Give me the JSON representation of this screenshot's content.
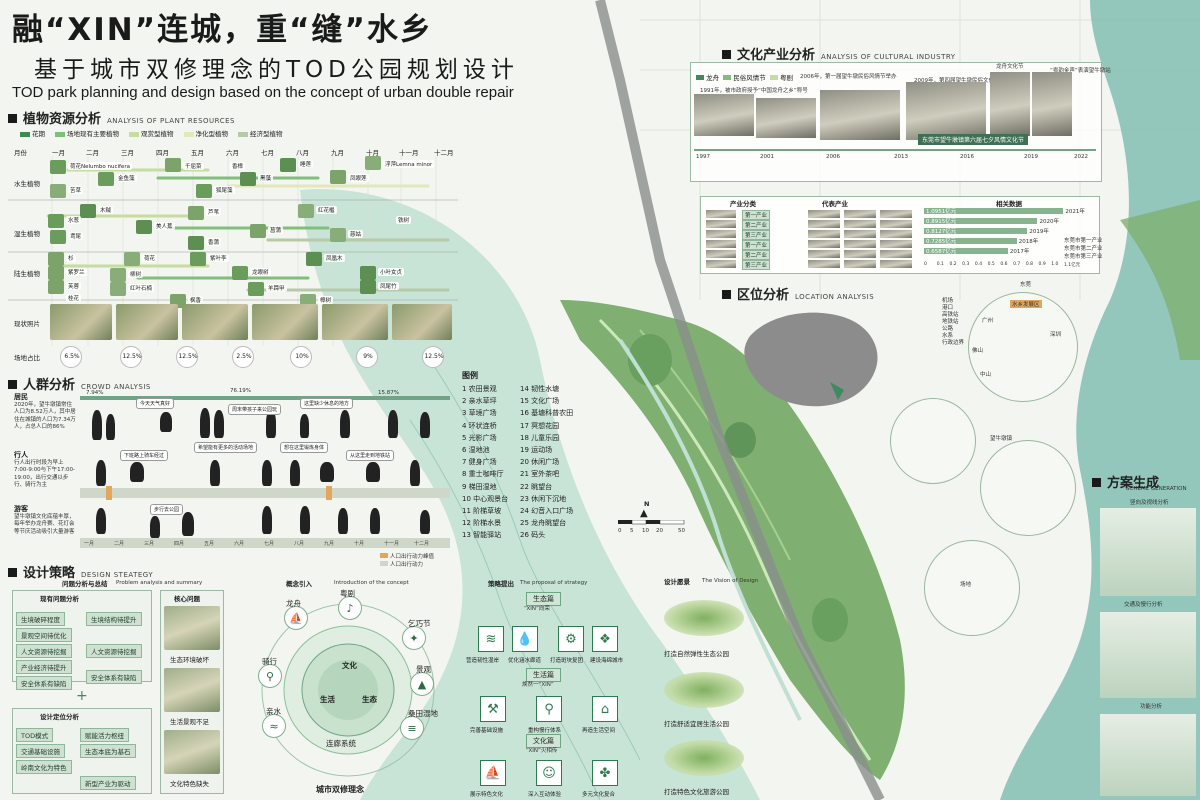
{
  "header": {
    "title": "融“XIN”连城，重“缝”水乡",
    "subtitle": "基于城市双修理念的TOD公园规划设计",
    "subtitle_en": "TOD park planning and design based on the concept of urban double repair"
  },
  "plant": {
    "title_cn": "植物资源分析",
    "title_en": "ANALYSIS OF PLANT RESOURCES",
    "legend": [
      {
        "label": "花期",
        "color": "#3d8a52"
      },
      {
        "label": "场地现有主要植物",
        "color": "#7fbf7a"
      },
      {
        "label": "观赏型植物",
        "color": "#c7dca0"
      },
      {
        "label": "净化型植物",
        "color": "#e3e8b8"
      },
      {
        "label": "经济型植物",
        "color": "#b6c9a8"
      }
    ],
    "month_header": "月份",
    "months": [
      "一月",
      "二月",
      "三月",
      "四月",
      "五月",
      "六月",
      "七月",
      "八月",
      "九月",
      "十月",
      "十一月",
      "十二月"
    ],
    "categories": [
      "水生植物",
      "湿生植物",
      "陆生植物",
      "现状照片",
      "场地占比"
    ],
    "tags": {
      "t1": "荷花Nelumbo nucifera",
      "t2": "千屈菜",
      "t3": "睡莲",
      "t4": "浮萍Lemna minor",
      "t5": "金鱼藻",
      "t6": "黑藻",
      "t7": "凤眼莲",
      "t8": "苦草",
      "t9": "狐尾藻",
      "t10": "木贼",
      "t11": "芦苇",
      "t12": "红花檵",
      "t13": "水葱",
      "t14": "美人蕉",
      "t15": "菖蒲",
      "t16": "慈姑",
      "t17": "鸢尾",
      "t18": "香蒲",
      "t19": "杉",
      "t20": "荷花",
      "t21": "紫叶李",
      "t22": "凤凰木",
      "t23": "紫罗兰",
      "t24": "柳树",
      "t25": "龙眼树",
      "t26": "小叶女贞",
      "t27": "芙蓉",
      "t28": "红叶石楠",
      "t29": "羊蹄甲",
      "t30": "凤尾竹",
      "t31": "枫香",
      "t32": "樟树",
      "t33": "桂花",
      "t34": "香樟",
      "t35": "铁树"
    },
    "ratios": [
      "6.5%",
      "12.5%",
      "12.5%",
      "2.5%",
      "10%",
      "9%",
      "12.5%"
    ]
  },
  "crowd": {
    "title_cn": "人群分析",
    "title_en": "CROWD ANALYSIS",
    "percents": [
      "7.94%",
      "76.19%",
      "15.87%"
    ],
    "groups": [
      {
        "name": "居民",
        "desc": "2020年，望牛墩镇常住人口为8.52万人，其中居住在城镇的人口为7.34万人，占总人口的86%"
      },
      {
        "name": "行人",
        "desc": "行人出行时段为早上7:00-9:00与下午17:00-19:00，出行交通以步行、骑行为主"
      },
      {
        "name": "游客",
        "desc": "望牛墩镇文化底蕴丰厚，每年举办龙舟赛、花灯会等节庆活动吸引大量游客"
      }
    ],
    "bubbles": [
      "今天天气真好",
      "周末带孩子来公园玩",
      "这里缺少休息的地方",
      "希望能有更多的活动场地",
      "想在这里锻炼身体",
      "下班路上骑车经过",
      "从这里走到地铁站",
      "步行去公园"
    ],
    "timeline_months": [
      "一月",
      "二月",
      "三月",
      "四月",
      "五月",
      "六月",
      "七月",
      "八月",
      "九月",
      "十月",
      "十一月",
      "十二月"
    ],
    "legend_a": "人口出行动力峰值",
    "legend_b": "人口出行动力"
  },
  "strategy": {
    "title_cn": "设计策略",
    "title_en": "DESIGN STEATEGY",
    "problem_title": "问题分析与总结",
    "problem_title_en": "Problem analysis and summary",
    "existing_title": "现有问题分析",
    "existing_items": [
      "生境破碎程度",
      "景观空间待优化",
      "人文资源待挖掘",
      "产业经济待提升",
      "安全休系有缺陷"
    ],
    "existing_right": [
      "生境结构待提升",
      "人文资源待挖掘",
      "安全体系有缺陷"
    ],
    "core_title": "核心问题",
    "core_items": [
      "生态环境破坏",
      "生活景观不足",
      "文化特色缺失"
    ],
    "position_title": "设计定位分析",
    "position_items": [
      "TOD模式",
      "生态本底为基石",
      "岭南文化为特色",
      "新型产业为驱动",
      "交通基础设施",
      "赋能活力枢纽"
    ],
    "concept_title": "概念引入",
    "concept_title_en": "Introduction of the concept",
    "concept_nodes": [
      "龙舟",
      "粤剧",
      "乞巧节",
      "景观",
      "骑行",
      "亲水",
      "桑田湿地",
      "连廊系统",
      "文化",
      "生活",
      "生态"
    ],
    "concept_caption": "城市双修理念",
    "proposal_title": "策略提出",
    "proposal_title_en": "The proposal of strategy",
    "vision_title": "设计愿景",
    "vision_title_en": "The Vision of Design",
    "ecology_ban": "生态篇",
    "ecology_sub": "“XIN”向荣",
    "ecology_items": [
      "营造韧性湿岸",
      "优化涵水廊道",
      "打造斑块复团",
      "建设海绵城市"
    ],
    "life_ban": "生活篇",
    "life_sub": "焕然一“XIN”",
    "life_items": [
      "完善基础设施",
      "重构慢行体系",
      "再造生活空间"
    ],
    "culture_ban": "文化篇",
    "culture_sub": "“XIN”火相传",
    "culture_items": [
      "展示特色文化",
      "深入互动体验",
      "多元文化复合"
    ],
    "visions": [
      "打造自然弹性生态公园",
      "打造舒适宜居生活公园",
      "打造特色文化旅游公园"
    ]
  },
  "legend_map": {
    "title": "图例",
    "items": [
      "1 农田景观",
      "2 亲水草坪",
      "3 草境广场",
      "4 环状连桥",
      "5 光影广场",
      "6 湿地池",
      "7 健身广场",
      "8 重士咖啡厅",
      "9 梯田湿地",
      "10 中心观景台",
      "11 阶梯草坡",
      "12 阶梯水景",
      "13 智能驿站",
      "14 韧性水塘",
      "15 文化广场",
      "16 基塘科普农田",
      "17 冥想花园",
      "18 儿童乐园",
      "19 运动场",
      "20 休闲广场",
      "21 室外茶吧",
      "22 眺望台",
      "23 休闲下沉地",
      "24 幻音入口广场",
      "25 龙舟眺望台",
      "26 码头"
    ]
  },
  "culture": {
    "title_cn": "文化产业分析",
    "title_en": "ANALYSIS OF CULTURAL INDUSTRY",
    "tags": [
      "龙舟",
      "民俗风情节",
      "粤剧"
    ],
    "events": [
      "2006年，第一届望牛墩民俗风情节举办",
      "2009年，第四届望牛墩民俗文化节举办",
      "1991年，被市政府授予“中国龙舟之乡”称号",
      "“粤韵金声”表演望牛墩站",
      "龙舟文化节"
    ],
    "banner": "东莞市望牛墩镇第六届七夕风情文化节",
    "years": [
      "1997",
      "2001",
      "2006",
      "2013",
      "2016",
      "2019",
      "2022"
    ],
    "industry_title": "产业分类",
    "representative_title": "代表产业",
    "related_title": "相关数据",
    "industry_rows": [
      "第一产业",
      "第二产业",
      "第三产业",
      "第一产业",
      "第二产业",
      "第三产业"
    ],
    "values_chart": {
      "labels": [
        "1.0951亿元",
        "0.8915亿元",
        "0.8127亿元",
        "0.7285亿元",
        "0.6587亿元"
      ],
      "values": [
        1.0951,
        0.8915,
        0.8127,
        0.7285,
        0.6587
      ],
      "axis_ticks": [
        "0",
        "0.1",
        "0.2",
        "0.3",
        "0.4",
        "0.5",
        "0.6",
        "0.7",
        "0.8",
        "0.9",
        "1.0",
        "1.1亿元"
      ],
      "years": [
        "2021年",
        "2020年",
        "2019年",
        "2018年",
        "2017年"
      ],
      "notes": [
        "东莞市第一产业",
        "东莞市第二产业",
        "东莞市第三产业"
      ]
    }
  },
  "location": {
    "title_cn": "区位分析",
    "title_en": "LOCATION ANALYSIS",
    "labels": [
      "广州",
      "深圳",
      "东莞",
      "中山",
      "佛山",
      "水乡发展区",
      "望牛墩镇",
      "场地"
    ],
    "legend": [
      "机场",
      "港口",
      "高铁站",
      "地铁站",
      "公路",
      "水系",
      "行政边界"
    ]
  },
  "scheme": {
    "title_cn": "方案生成",
    "title_en": "SCHEME GENERATION",
    "steps": [
      "竖向及视线分析",
      "交通及慢行分析",
      "功能分析"
    ]
  },
  "map": {
    "north": "N",
    "scale": [
      "0",
      "5",
      "10",
      "20",
      "50"
    ]
  }
}
